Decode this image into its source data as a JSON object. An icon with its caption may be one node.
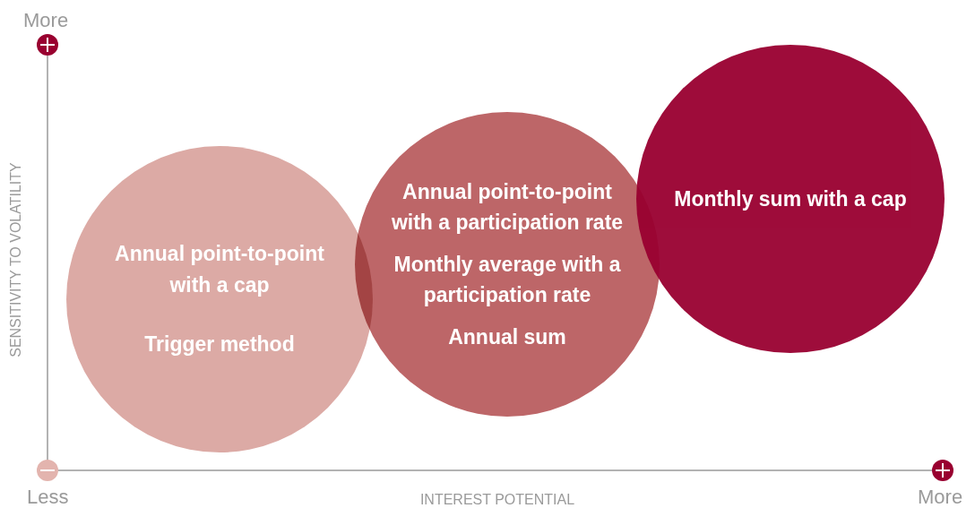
{
  "diagram": {
    "nodes": [
      {
        "text": [
          "Annual point-to-point with a cap",
          "Trigger method"
        ]
      },
      {
        "text": [
          "Annual point-to-point with a participation rate",
          "Monthly average with a participation rate",
          "Annual sum"
        ]
      },
      {
        "text": [
          "Monthly sum with a cap"
        ]
      }
    ],
    "labels": [
      "More",
      "SENSITIVITY TO VOLATILITY",
      "Less",
      "INTEREST POTENTIAL",
      "More"
    ]
  }
}
